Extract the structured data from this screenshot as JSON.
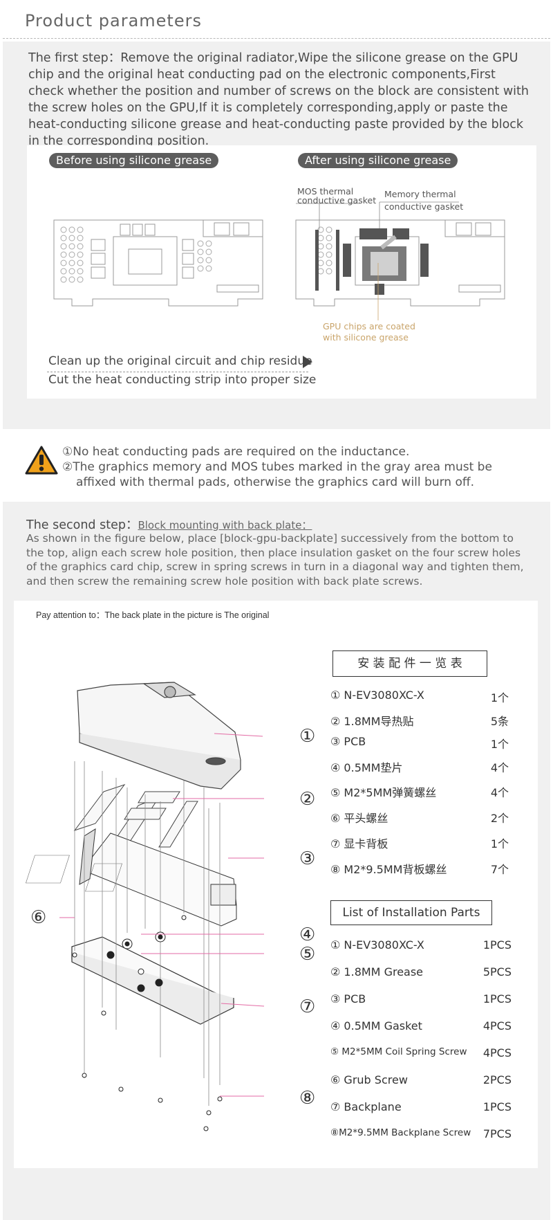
{
  "header": {
    "title": "Product parameters"
  },
  "step1": {
    "intro": "The first step：Remove the original radiator,Wipe the silicone grease on the GPU chip and the original heat conducting pad on the electronic components,First check whether the position and number of screws on the block are consistent with the screw holes on the GPU,If it is completely corresponding,apply or paste the heat-conducting silicone grease and heat-conducting paste provided by the block in the corresponding position.",
    "before_label": "Before using silicone grease",
    "after_label": "After using silicone grease",
    "mos_label_1": "MOS thermal",
    "mos_label_2": "conductive gasket",
    "mem_label_1": "Memory thermal",
    "mem_label_2": "conductive gasket",
    "gpu_label_1": "GPU chips are coated",
    "gpu_label_2": "with silicone grease",
    "clean_up": "Clean up the original circuit and chip residue",
    "cut_strip": "Cut the heat conducting strip into proper size"
  },
  "warning": {
    "line1": "①No heat conducting pads are required on the inductance.",
    "line2": "②The graphics memory and MOS tubes marked in the gray area must be",
    "line3": "affixed with thermal pads, otherwise the graphics card will burn off."
  },
  "step2": {
    "head": "The second step：",
    "link": "Block mounting with back plate：",
    "body": "As shown in the figure below, place [block-gpu-backplate] successively from the bottom to the top, align each screw hole position, then place insulation gasket on the four screw holes of the graphics card chip, screw in spring screws in turn in a diagonal way and tighten them, and then screw the remaining screw hole position with back plate screws.",
    "note": "Pay attention to：The back plate in the picture is The original"
  },
  "callouts": [
    "①",
    "②",
    "③",
    "④",
    "⑤",
    "⑥",
    "⑦",
    "⑧"
  ],
  "parts_cn": {
    "title": "安 装 配 件 一 览 表",
    "items": [
      {
        "name": "① N-EV3080XC-X",
        "qty": "1个"
      },
      {
        "name": "② 1.8MM导热贴",
        "qty": "5条"
      },
      {
        "name": "③ PCB",
        "qty": "1个"
      },
      {
        "name": "④ 0.5MM垫片",
        "qty": "4个"
      },
      {
        "name": "⑤ M2*5MM弹簧螺丝",
        "qty": "4个"
      },
      {
        "name": "⑥ 平头螺丝",
        "qty": "2个"
      },
      {
        "name": "⑦ 显卡背板",
        "qty": "1个"
      },
      {
        "name": "⑧ M2*9.5MM背板螺丝",
        "qty": "7个"
      }
    ]
  },
  "parts_en": {
    "title": "List of Installation Parts",
    "items": [
      {
        "name": "① N-EV3080XC-X",
        "qty": "1PCS"
      },
      {
        "name": "② 1.8MM Grease",
        "qty": "5PCS"
      },
      {
        "name": "③ PCB",
        "qty": "1PCS"
      },
      {
        "name": "④ 0.5MM Gasket",
        "qty": "4PCS"
      },
      {
        "name": "⑤ M2*5MM Coil Spring Screw",
        "qty": "4PCS"
      },
      {
        "name": "⑥ Grub  Screw",
        "qty": "2PCS"
      },
      {
        "name": "⑦ Backplane",
        "qty": "1PCS"
      },
      {
        "name": "⑧M2*9.5MM Backplane Screw",
        "qty": "7PCS"
      }
    ]
  },
  "colors": {
    "panel": "#f0f0f0",
    "pill": "#5d5d5d",
    "callout_line": "#e36aa4",
    "gold": "#c9a46a"
  }
}
